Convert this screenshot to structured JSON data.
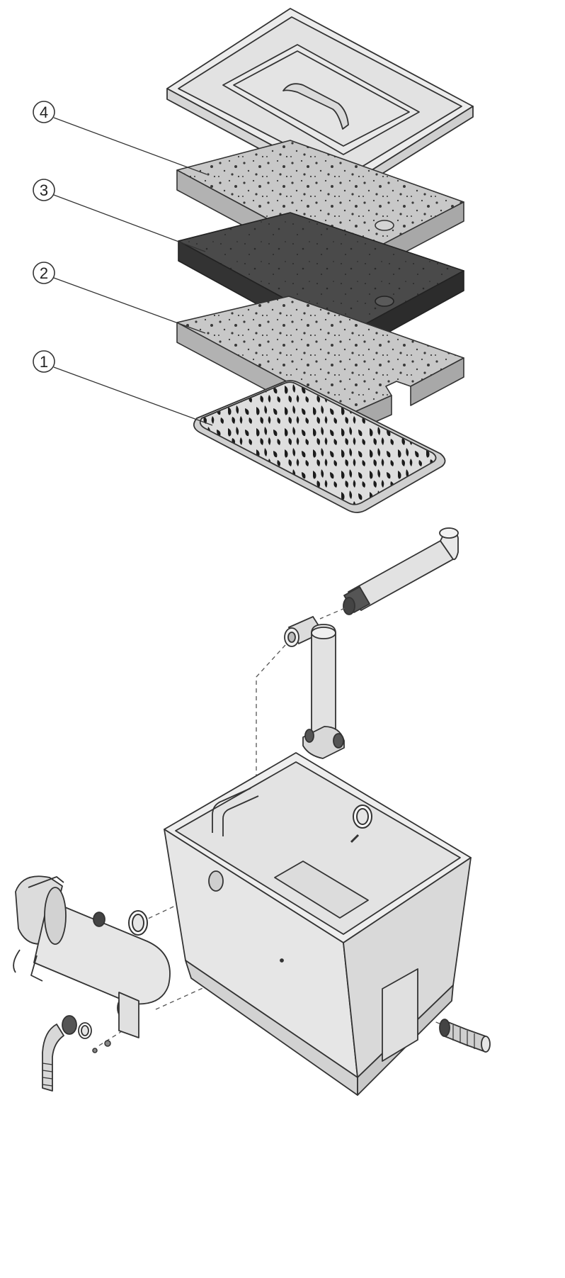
{
  "callouts": [
    {
      "number": "4",
      "part": "upper-filter-sponge"
    },
    {
      "number": "3",
      "part": "dark-filter-sponge"
    },
    {
      "number": "2",
      "part": "lower-filter-sponge"
    },
    {
      "number": "1",
      "part": "bio-media-tray"
    }
  ],
  "colors": {
    "line": "#333333",
    "light_foam": "#c8c8c8",
    "dark_foam": "#4a4a4a",
    "plastic": "#e6e6e6",
    "background": "#ffffff"
  },
  "icons": [
    "filter-lid",
    "filter-sponge",
    "bio-media-tray",
    "outlet-pipe",
    "pipe-coupler",
    "filter-housing",
    "uv-clarifier",
    "hose-tail",
    "sealing-ring"
  ]
}
